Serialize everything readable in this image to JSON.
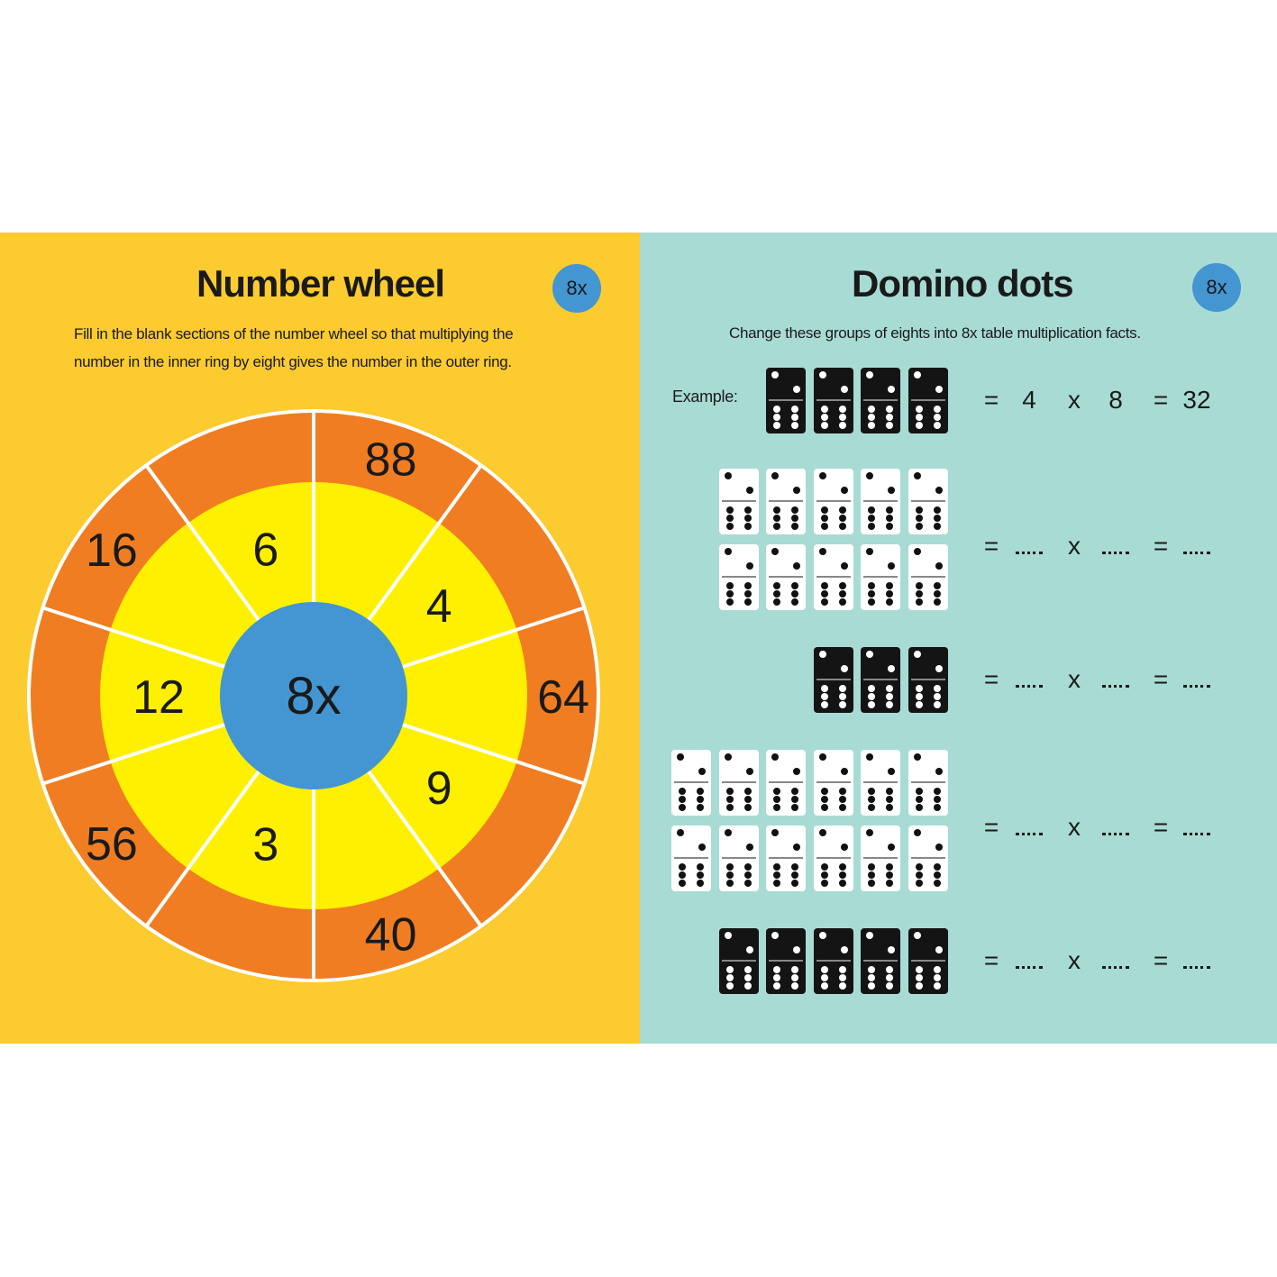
{
  "left": {
    "title": "Number wheel",
    "badge": "8x",
    "instructions": [
      "Fill in the blank sections of the number wheel so that multiplying the",
      "number in the inner ring by eight gives the number in the outer ring."
    ],
    "wheel": {
      "center": "8x",
      "sectors": [
        {
          "outer": "88",
          "inner": ""
        },
        {
          "outer": "",
          "inner": "4"
        },
        {
          "outer": "64",
          "inner": ""
        },
        {
          "outer": "",
          "inner": "9"
        },
        {
          "outer": "40",
          "inner": ""
        },
        {
          "outer": "",
          "inner": "3"
        },
        {
          "outer": "56",
          "inner": ""
        },
        {
          "outer": "",
          "inner": "12"
        },
        {
          "outer": "16",
          "inner": ""
        },
        {
          "outer": "",
          "inner": "6"
        }
      ]
    },
    "colors": {
      "background": "#FBCB2F",
      "outer_ring": "#F07D22",
      "inner_ring": "#FFF000",
      "center": "#4496D2"
    }
  },
  "right": {
    "title": "Domino dots",
    "badge": "8x",
    "instructions": "Change these groups of eights into 8x table multiplication facts.",
    "example_label": "Example:",
    "rows": [
      {
        "color": "black",
        "count": 4,
        "per_line": 4,
        "equation": [
          "=",
          "4",
          "x",
          "8",
          "=",
          "32"
        ]
      },
      {
        "color": "white",
        "count": 10,
        "per_line": 5,
        "equation": [
          "=",
          "",
          "x",
          "",
          "=",
          ""
        ]
      },
      {
        "color": "black",
        "count": 3,
        "per_line": 3,
        "equation": [
          "=",
          "",
          "x",
          "",
          "=",
          ""
        ]
      },
      {
        "color": "white",
        "count": 12,
        "per_line": 6,
        "equation": [
          "=",
          "",
          "x",
          "",
          "=",
          ""
        ]
      },
      {
        "color": "black",
        "count": 5,
        "per_line": 5,
        "equation": [
          "=",
          "",
          "x",
          "",
          "=",
          ""
        ]
      }
    ],
    "colors": {
      "background": "#A8DBD4"
    }
  }
}
